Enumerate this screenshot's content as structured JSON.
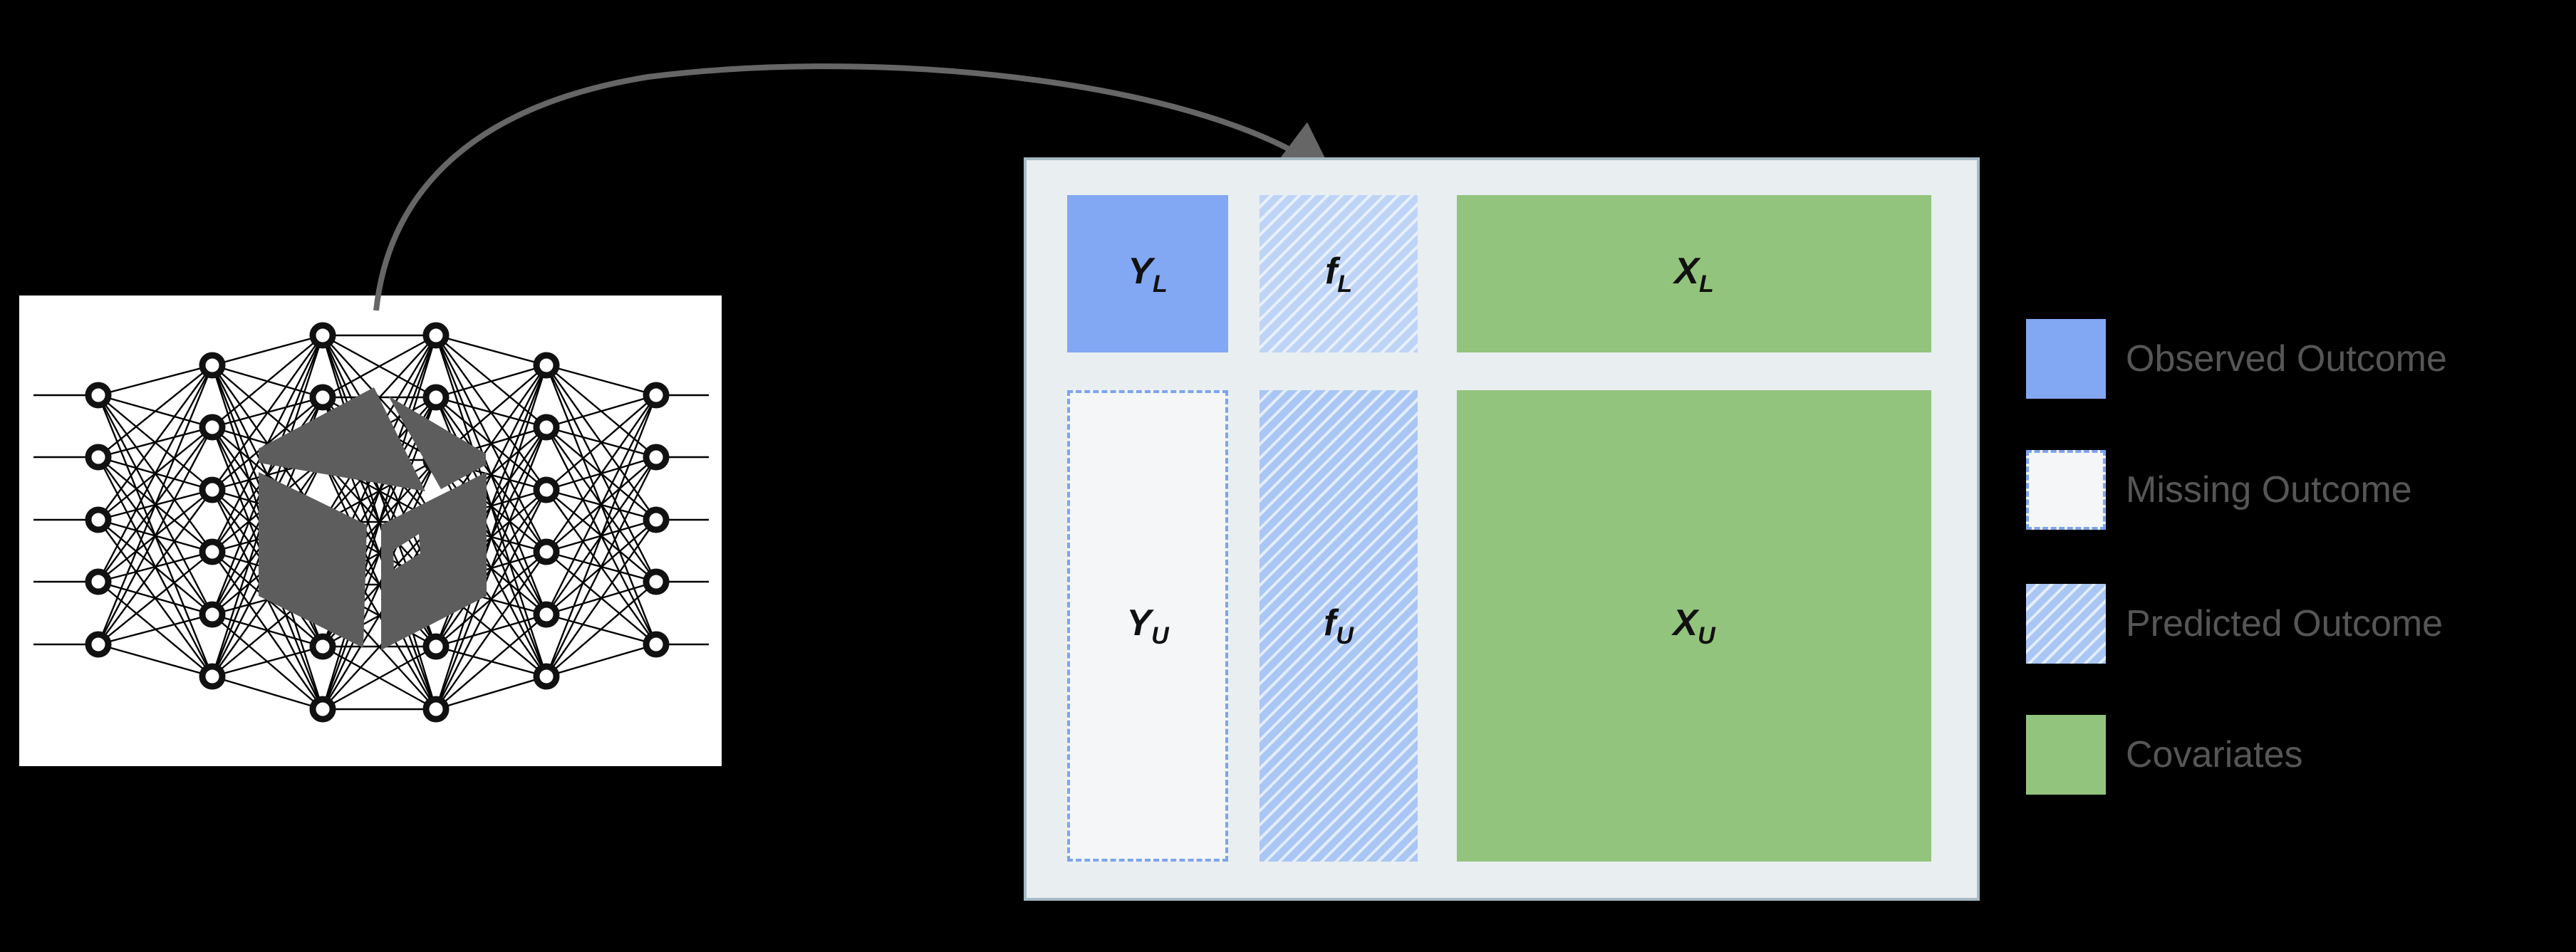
{
  "matrix": {
    "cells": [
      {
        "id": "YL",
        "label": "Y",
        "sub": "L",
        "type": "observed"
      },
      {
        "id": "fL",
        "label": "f",
        "sub": "L",
        "type": "predicted"
      },
      {
        "id": "XL",
        "label": "X",
        "sub": "L",
        "type": "covariates"
      },
      {
        "id": "YU",
        "label": "Y",
        "sub": "U",
        "type": "missing"
      },
      {
        "id": "fU",
        "label": "f",
        "sub": "U",
        "type": "predicted"
      },
      {
        "id": "XU",
        "label": "X",
        "sub": "U",
        "type": "covariates"
      }
    ]
  },
  "legend": [
    {
      "label": "Observed Outcome",
      "type": "observed"
    },
    {
      "label": "Missing Outcome",
      "type": "missing"
    },
    {
      "label": "Predicted Outcome",
      "type": "predicted"
    },
    {
      "label": "Covariates",
      "type": "covariates"
    }
  ],
  "network": {
    "layers": [
      5,
      6,
      7,
      7,
      6,
      5
    ]
  },
  "colors": {
    "observed_blue": "#82a7f3",
    "missing_fill": "#f4f6f7",
    "missing_border": "#7da4ee",
    "predicted_blue": "#a9c6f4",
    "covariates_green": "#93c47d",
    "panel_bg": "#e9eef1",
    "panel_border": "#a6b9c4",
    "arrow_gray": "#666666",
    "cube_gray": "#5d5d5d",
    "background": "#000000"
  }
}
